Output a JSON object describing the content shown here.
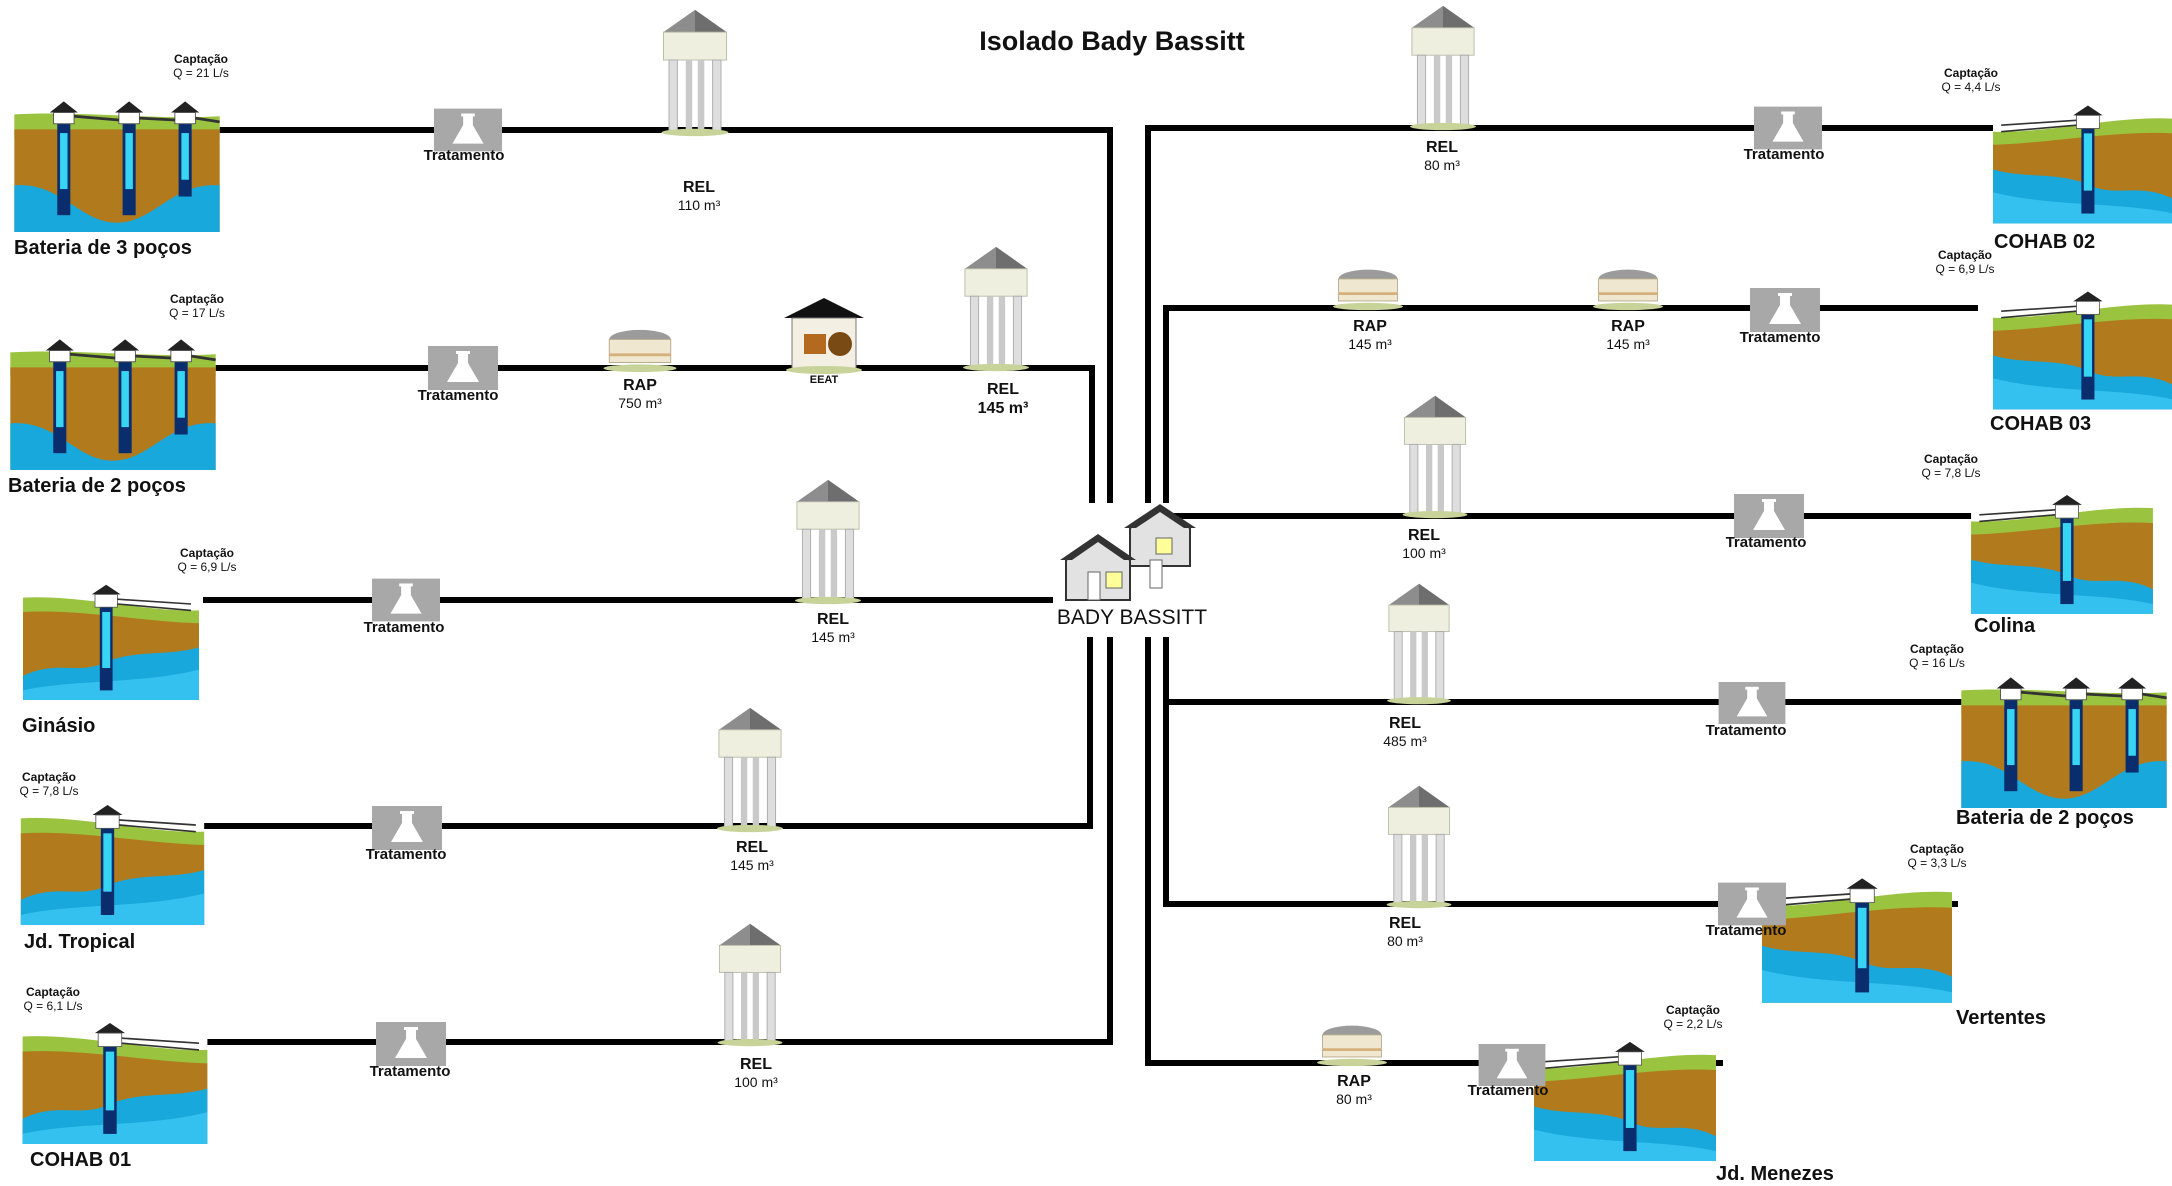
{
  "title": "Isolado Bady Bassitt",
  "center": {
    "name": "BADY BASSITT"
  },
  "icons": {
    "source": "well-captacao-icon",
    "treatment": "treatment-flask-icon",
    "tower": "water-tower-icon",
    "ground": "ground-reservoir-icon",
    "pump": "pump-station-icon",
    "city": "houses-icon"
  },
  "colors": {
    "pipe": "#000000",
    "water": "#19a8dc",
    "soil": "#b07a1d",
    "grass": "#9ac43f",
    "treatment_box": "#a8a8a8"
  },
  "systems": [
    {
      "name": "Bateria de 3 poços",
      "captacao": {
        "title": "Captação",
        "flow": "Q = 21 L/s"
      },
      "treatment": "Tratamento",
      "elements": [
        {
          "type": "REL",
          "capacity": "110 m³"
        }
      ]
    },
    {
      "name": "Bateria de 2 poços",
      "captacao": {
        "title": "Captação",
        "flow": "Q = 17 L/s"
      },
      "treatment": "Tratamento",
      "elements": [
        {
          "type": "RAP",
          "capacity": "750 m³"
        },
        {
          "type": "EEAT"
        },
        {
          "type": "REL",
          "capacity": "145 m³"
        }
      ]
    },
    {
      "name": "Ginásio",
      "captacao": {
        "title": "Captação",
        "flow": "Q = 6,9 L/s"
      },
      "treatment": "Tratamento",
      "elements": [
        {
          "type": "REL",
          "capacity": "145 m³"
        }
      ]
    },
    {
      "name": "Jd. Tropical",
      "captacao": {
        "title": "Captação",
        "flow": "Q = 7,8 L/s"
      },
      "treatment": "Tratamento",
      "elements": [
        {
          "type": "REL",
          "capacity": "145 m³"
        }
      ]
    },
    {
      "name": "COHAB 01",
      "captacao": {
        "title": "Captação",
        "flow": "Q = 6,1 L/s"
      },
      "treatment": "Tratamento",
      "elements": [
        {
          "type": "REL",
          "capacity": "100 m³"
        }
      ]
    },
    {
      "name": "COHAB 02",
      "captacao": {
        "title": "Captação",
        "flow": "Q = 4,4 L/s"
      },
      "treatment": "Tratamento",
      "elements": [
        {
          "type": "REL",
          "capacity": "80 m³"
        }
      ]
    },
    {
      "name": "COHAB 03",
      "captacao": {
        "title": "Captação",
        "flow": "Q = 6,9 L/s"
      },
      "treatment": "Tratamento",
      "elements": [
        {
          "type": "RAP",
          "capacity": "145 m³"
        },
        {
          "type": "RAP",
          "capacity": "145 m³"
        }
      ]
    },
    {
      "name": "Colina",
      "captacao": {
        "title": "Captação",
        "flow": "Q = 7,8 L/s"
      },
      "treatment": "Tratamento",
      "elements": [
        {
          "type": "REL",
          "capacity": "100 m³"
        }
      ]
    },
    {
      "name": "Bateria de 2 poços",
      "captacao": {
        "title": "Captação",
        "flow": "Q = 16 L/s"
      },
      "treatment": "Tratamento",
      "elements": [
        {
          "type": "REL",
          "capacity": "485 m³"
        }
      ]
    },
    {
      "name": "Vertentes",
      "captacao": {
        "title": "Captação",
        "flow": "Q = 3,3 L/s"
      },
      "treatment": "Tratamento",
      "elements": [
        {
          "type": "REL",
          "capacity": "80 m³"
        }
      ]
    },
    {
      "name": "Jd. Menezes",
      "captacao": {
        "title": "Captação",
        "flow": "Q = 2,2 L/s"
      },
      "treatment": "Tratamento",
      "elements": [
        {
          "type": "RAP",
          "capacity": "80 m³"
        }
      ]
    }
  ]
}
